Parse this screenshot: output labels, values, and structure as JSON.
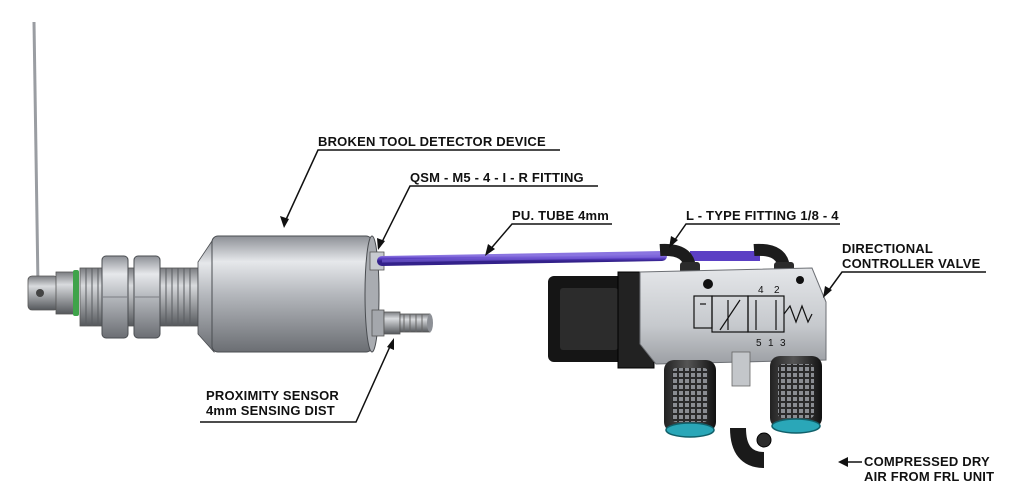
{
  "labels": {
    "broken_tool_detector": "BROKEN  TOOL DETECTOR DEVICE",
    "qsm_fitting": "QSM - M5 - 4 - I - R FITTING",
    "pu_tube": "PU. TUBE 4mm",
    "l_type_fitting": "L - TYPE FITTING 1/8 - 4",
    "directional_valve_line1": "DIRECTIONAL",
    "directional_valve_line2": "CONTROLLER VALVE",
    "proximity_sensor_line1": "PROXIMITY SENSOR",
    "proximity_sensor_line2": "4mm SENSING DIST",
    "compressed_air_line1": "COMPRESSED DRY",
    "compressed_air_line2": "AIR FROM FRL UNIT"
  },
  "valve_ports": {
    "port_4": "4",
    "port_2": "2",
    "port_5": "5",
    "port_1": "1",
    "port_3": "3"
  },
  "colors": {
    "tube": "#5b3fc4",
    "body_metal": "#b9bcc2",
    "valve_body": "#cfd2d6",
    "solenoid": "#1a1a1a",
    "silencer_ring": "#2aa7b8"
  }
}
